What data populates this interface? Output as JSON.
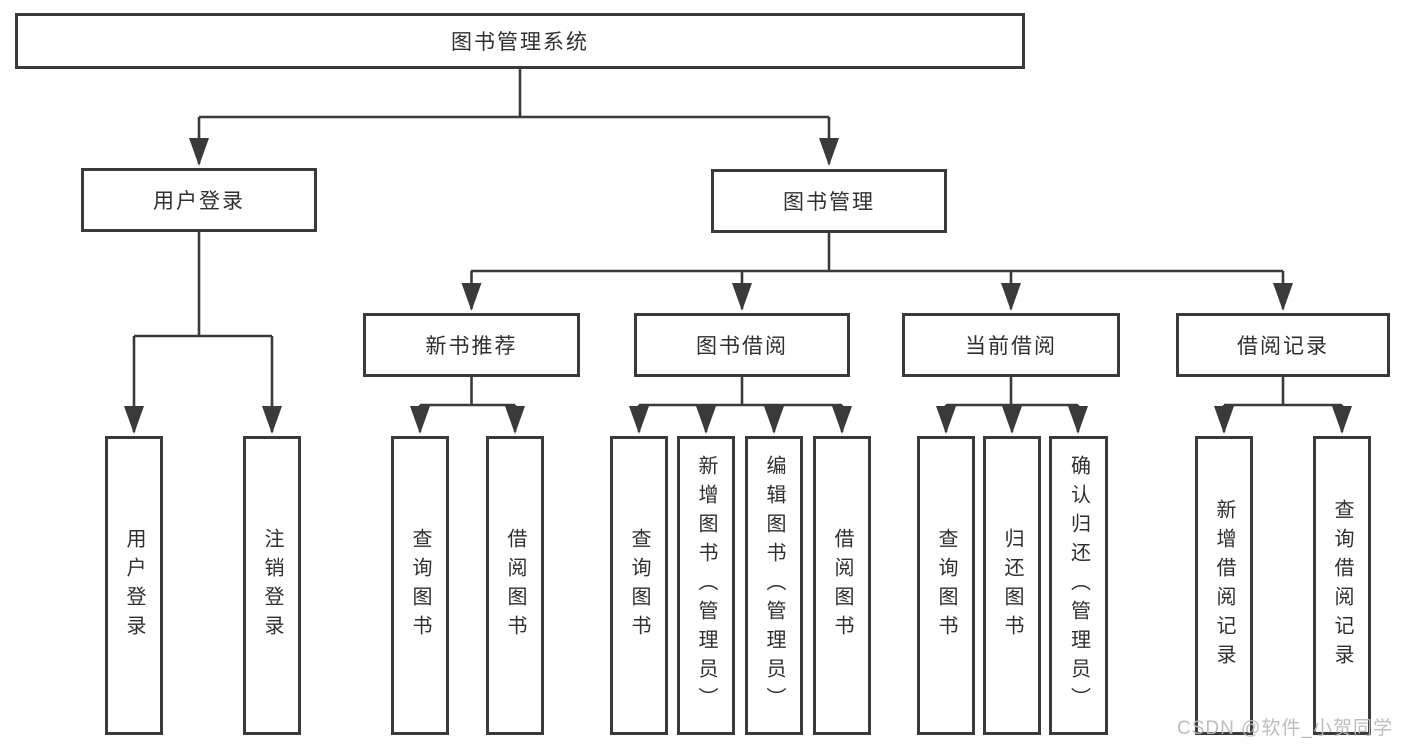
{
  "diagram": {
    "root": "图书管理系统",
    "branches": [
      {
        "label": "用户登录",
        "children": [
          {
            "label": "用户登录"
          },
          {
            "label": "注销登录"
          }
        ]
      },
      {
        "label": "图书管理",
        "children": [
          {
            "label": "新书推荐",
            "children": [
              {
                "label": "查询图书"
              },
              {
                "label": "借阅图书"
              }
            ]
          },
          {
            "label": "图书借阅",
            "children": [
              {
                "label": "查询图书"
              },
              {
                "label": "新增图书（管理员）"
              },
              {
                "label": "编辑图书（管理员）"
              },
              {
                "label": "借阅图书"
              }
            ]
          },
          {
            "label": "当前借阅",
            "children": [
              {
                "label": "查询图书"
              },
              {
                "label": "归还图书"
              },
              {
                "label": "确认归还（管理员）"
              }
            ]
          },
          {
            "label": "借阅记录",
            "children": [
              {
                "label": "新增借阅记录"
              },
              {
                "label": "查询借阅记录"
              }
            ]
          }
        ]
      }
    ]
  },
  "watermark": {
    "text": "CSDN @软件_小贺同学"
  },
  "colors": {
    "line": "#3a3a3a",
    "box_border": "#3a3a3a",
    "text": "#2f2f2f",
    "watermark": "#b9b9b9",
    "background": "#ffffff"
  }
}
